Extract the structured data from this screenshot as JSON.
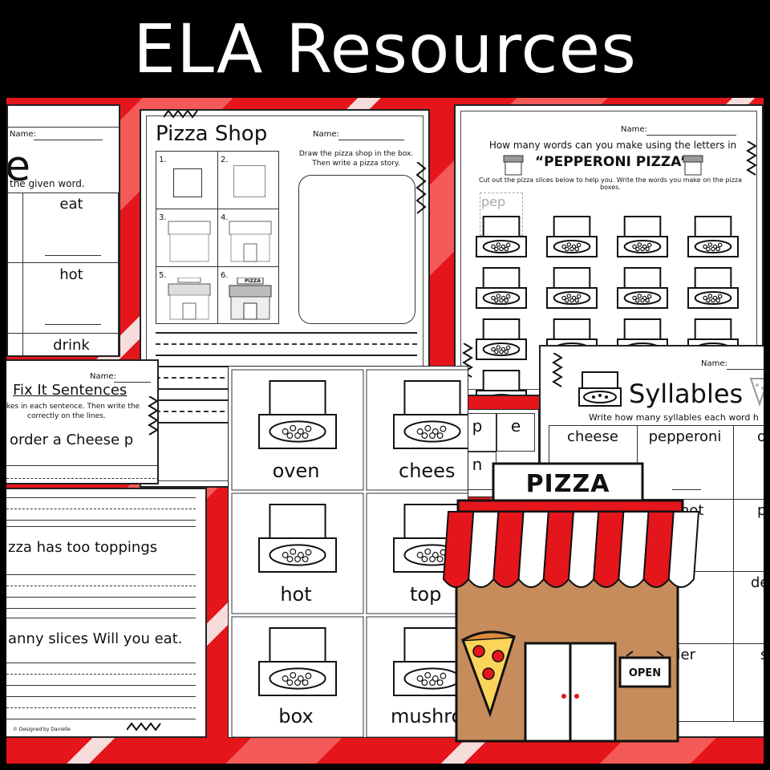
{
  "banner": {
    "title": "ELA Resources"
  },
  "colors": {
    "accent": "#e4161b",
    "background": "#000000",
    "shop_wall": "#c68c5c"
  },
  "sheet_left_top": {
    "name_label": "Name:",
    "heading_fragment": "e",
    "instruction_fragment": "the given word.",
    "words": [
      "eat",
      "hot",
      "drink"
    ]
  },
  "sheet_pizza_shop": {
    "title": "Pizza Shop",
    "name_label": "Name:",
    "instruction": "Draw the pizza shop in the box. Then write a pizza story.",
    "steps": [
      "1.",
      "2.",
      "3.",
      "4.",
      "5.",
      "6."
    ],
    "sign_text": "PIZZA"
  },
  "sheet_pepperoni": {
    "name_label": "Name:",
    "question": "How many words can you make using the letters in",
    "phrase": "“PEPPERONI PIZZA”",
    "instruction": "Cut out the pizza slices below to help you. Write the words you make on the pizza boxes.",
    "sample_word": "pep",
    "slice_letters": [
      "p",
      "e",
      "n"
    ]
  },
  "sheet_fix_it": {
    "name_label": "Name:",
    "title": "Fix It Sentences",
    "instruction_line1": "kes in each sentence.  Then write the",
    "instruction_line2": "correctly on the lines.",
    "sentences": [
      "order a Cheese p",
      "zza has too toppings",
      "anny slices Will you eat."
    ],
    "footer": "© Designed by Danielle"
  },
  "word_cards": {
    "words": [
      "oven",
      "chees",
      "hot",
      "top",
      "box",
      "mushro"
    ]
  },
  "sheet_syllables": {
    "name_label": "Name:",
    "title": "Syllables",
    "instruction": "Write how many syllables each word h",
    "words": [
      "cheese",
      "pepperoni",
      "o",
      "hot",
      "p",
      "de",
      "rder",
      "s"
    ]
  },
  "shop": {
    "sign": "PIZZA",
    "open_sign": "OPEN"
  }
}
